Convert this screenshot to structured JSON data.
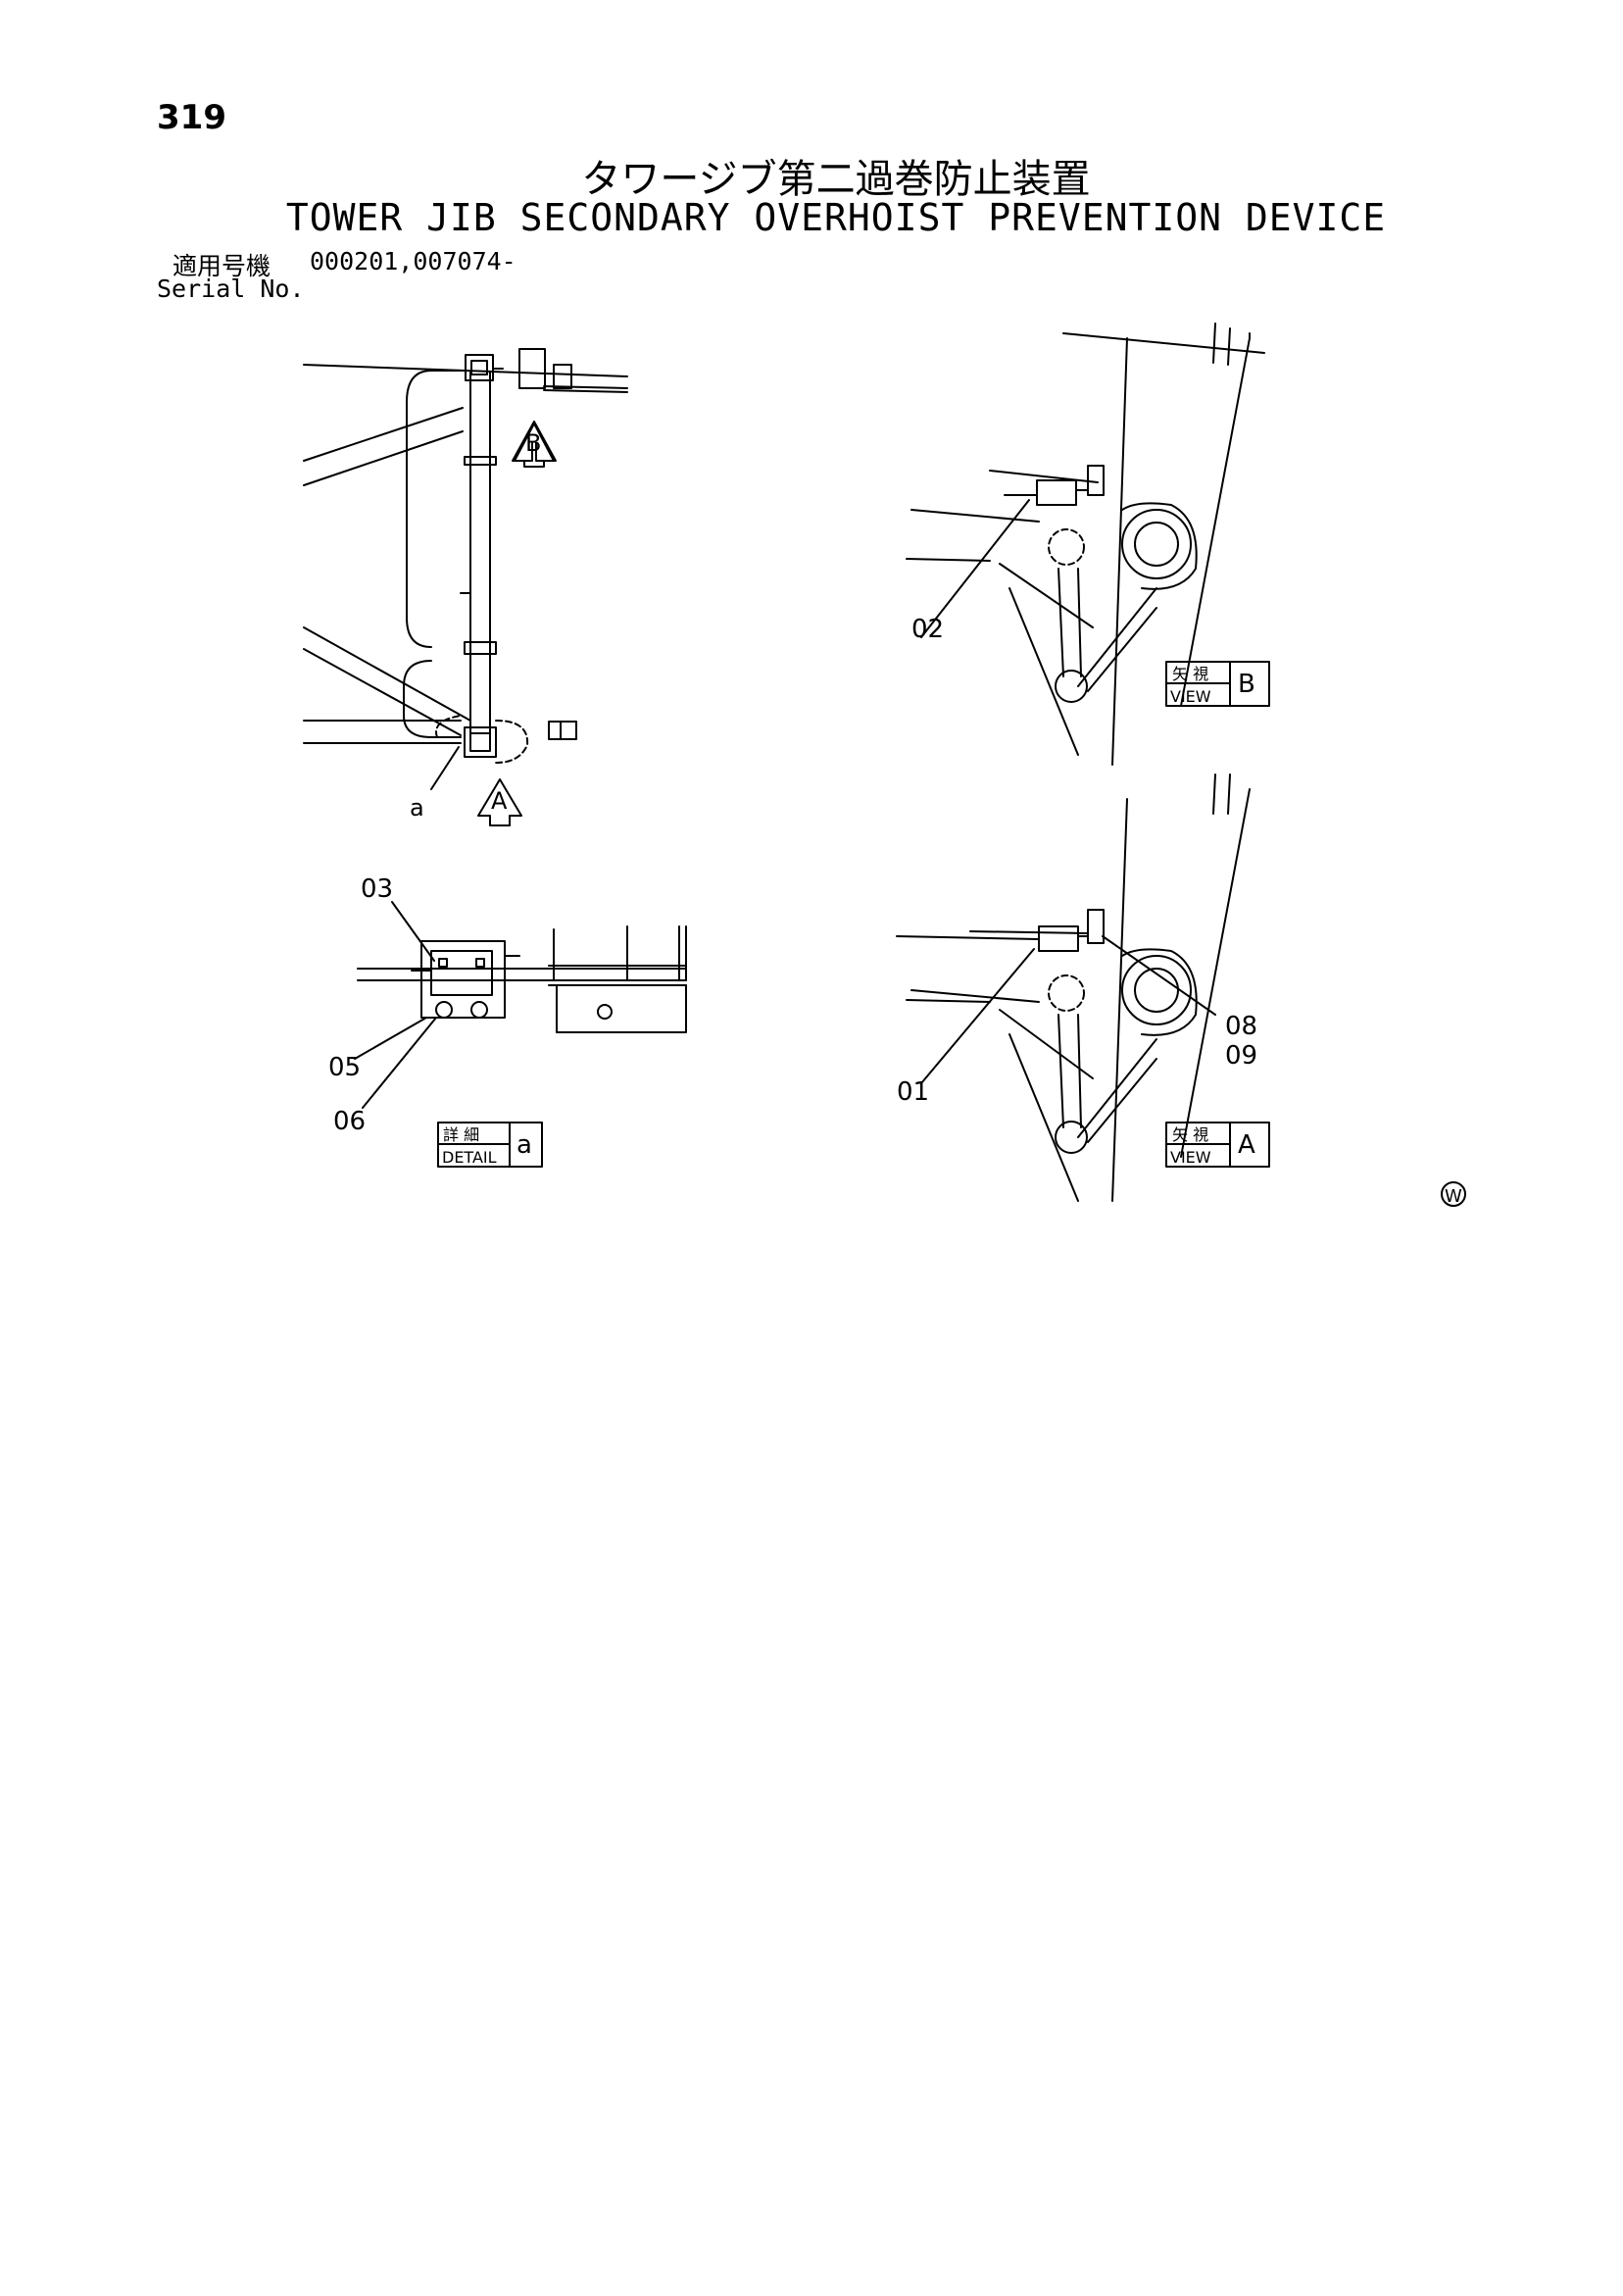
{
  "page": {
    "number": "319"
  },
  "title": {
    "japanese": "タワージブ第二過巻防止装置",
    "english": "TOWER JIB SECONDARY OVERHOIST PREVENTION DEVICE"
  },
  "serial": {
    "japanese_label": "適用号機",
    "english_label": "Serial No.",
    "value": "000201,007074-"
  },
  "views": {
    "main": {
      "detail_callout": "a",
      "arrow_a": "A",
      "arrow_b": "B"
    },
    "detail_a": {
      "label_jp": "詳 細",
      "label_en": "DETAIL",
      "letter": "a",
      "callouts": [
        "03",
        "05",
        "06"
      ]
    },
    "view_b": {
      "label_jp": "矢 視",
      "label_en": "VIEW",
      "letter": "B",
      "callouts": [
        "02"
      ]
    },
    "view_a": {
      "label_jp": "矢 視",
      "label_en": "VIEW",
      "letter": "A",
      "callouts": [
        "01",
        "08",
        "09"
      ]
    }
  },
  "watermark_symbol": "W"
}
